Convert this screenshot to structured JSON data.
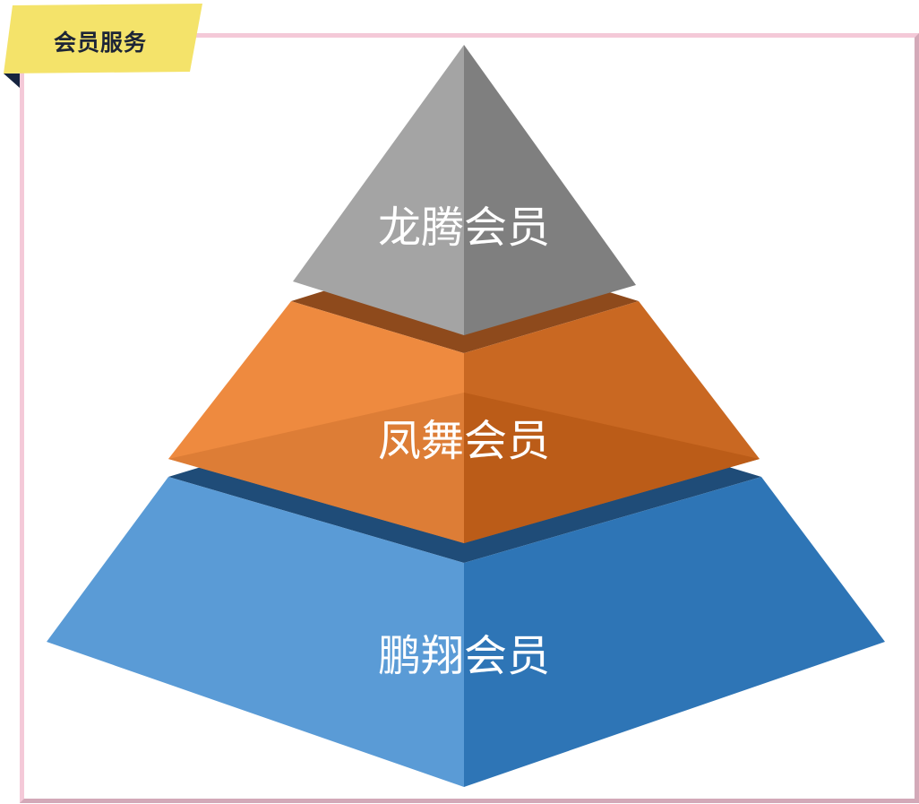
{
  "banner": {
    "title": "会员服务",
    "color": "#f4e36a",
    "text_color": "#1c2436"
  },
  "pyramid": {
    "tiers": [
      {
        "label": "龙腾会员",
        "level": "top",
        "color_left": "#a4a4a4",
        "color_right": "#7f7f7f"
      },
      {
        "label": "凤舞会员",
        "level": "middle",
        "color_left": "#ee8a3f",
        "color_right": "#c96822"
      },
      {
        "label": "鹏翔会员",
        "level": "bottom",
        "color_left": "#5a9bd6",
        "color_right": "#2e75b6"
      }
    ]
  },
  "frame": {
    "color": "#f4c9d8"
  }
}
